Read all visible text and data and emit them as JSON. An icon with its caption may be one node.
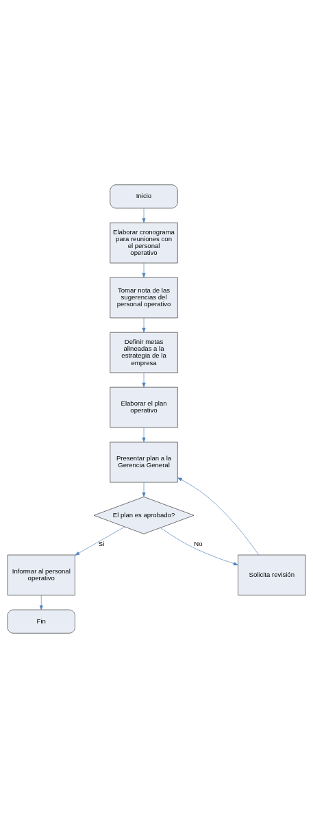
{
  "diagram": {
    "nodes": [
      {
        "text": [
          "Inicio"
        ]
      },
      {
        "text": [
          "Elaborar cronograma para reuniones con el personal operativo"
        ]
      },
      {
        "text": [
          "Tomar nota de las sugerencias del personal operativo"
        ]
      },
      {
        "text": [
          "Definir metas alineadas a la estrategia de la empresa"
        ]
      },
      {
        "text": [
          "Elaborar el plan operativo"
        ]
      },
      {
        "text": [
          "Presentar plan a la Gerencia General"
        ]
      },
      {
        "text": [
          "El plan es aprobado?"
        ]
      },
      {
        "text": [
          "Solicita revisión"
        ]
      },
      {
        "text": [
          "Informar al personal operativo"
        ]
      },
      {
        "text": [
          "Fin"
        ]
      }
    ],
    "edges": [
      {
        "from": 0,
        "to": 1,
        "arrow": "to"
      },
      {
        "from": 1,
        "to": 2,
        "arrow": "to"
      },
      {
        "from": 2,
        "to": 3,
        "arrow": "to"
      },
      {
        "from": 3,
        "to": 4,
        "arrow": "to"
      },
      {
        "from": 4,
        "to": 5,
        "arrow": "to"
      },
      {
        "from": 5,
        "to": 6,
        "arrow": "to"
      },
      {
        "from": 6,
        "to": 7,
        "label": "No",
        "arrow": "to"
      },
      {
        "from": 6,
        "to": 8,
        "label": "Si",
        "arrow": "to"
      },
      {
        "from": 8,
        "to": 9,
        "arrow": "to"
      },
      {
        "from": 7,
        "to": 5,
        "arrow": "to"
      }
    ]
  }
}
